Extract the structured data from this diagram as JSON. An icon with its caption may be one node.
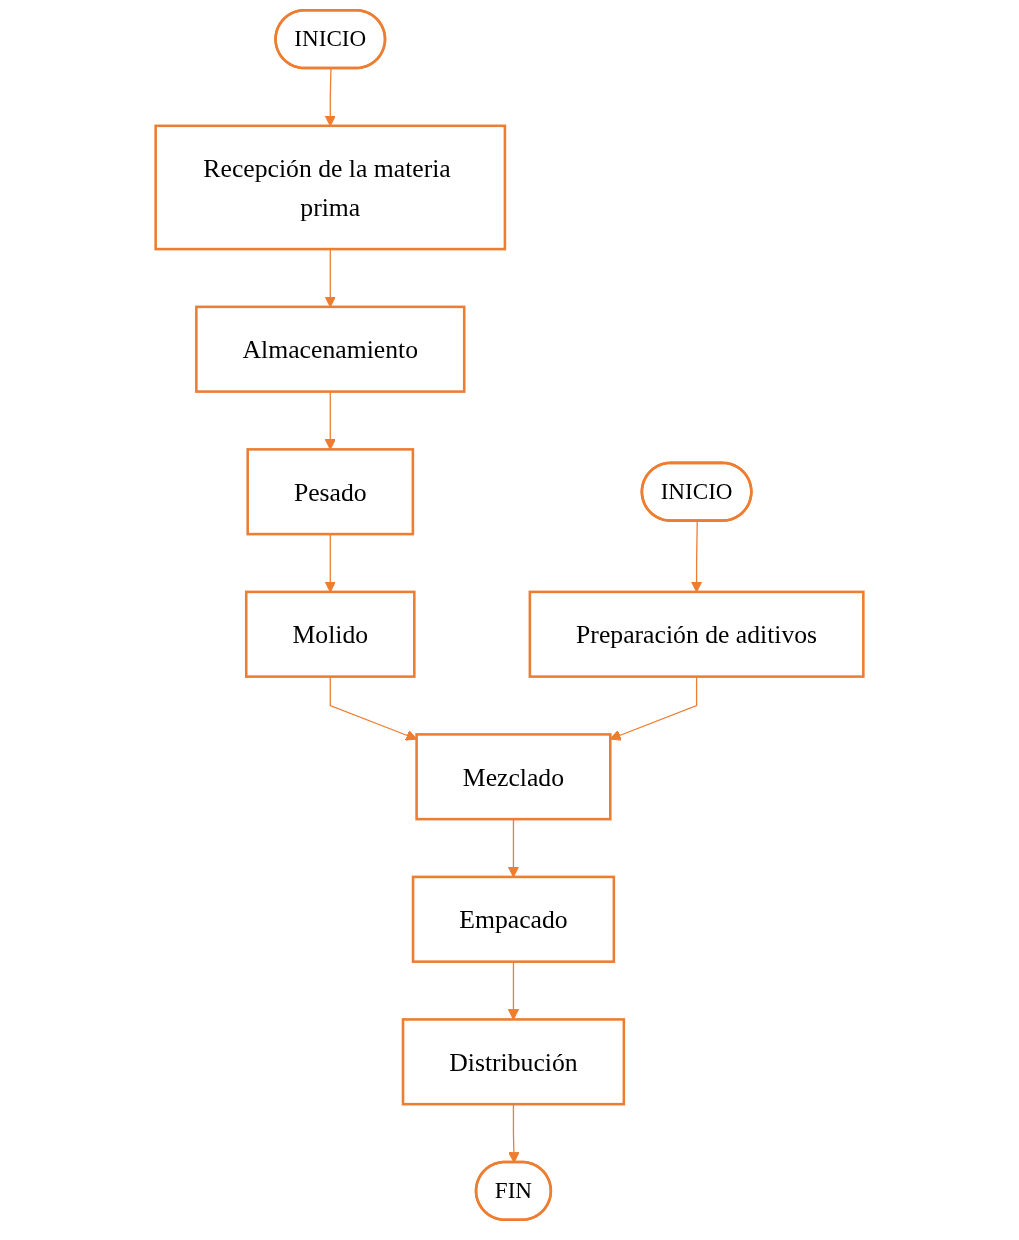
{
  "diagram": {
    "nodes": [
      {
        "text": [
          "INICIO"
        ]
      },
      {
        "text": [
          "Recepción de la materia prima"
        ]
      },
      {
        "text": [
          "Almacenamiento"
        ]
      },
      {
        "text": [
          "Pesado"
        ]
      },
      {
        "text": [
          "Molido"
        ]
      },
      {
        "text": [
          "Mezclado"
        ]
      },
      {
        "text": [
          "Empacado"
        ]
      },
      {
        "text": [
          "Distribución"
        ]
      },
      {
        "text": [
          "FIN"
        ]
      },
      {
        "text": [
          "INICIO"
        ]
      },
      {
        "text": [
          "Preparación de aditivos"
        ]
      }
    ],
    "edges": [
      {
        "from": 0,
        "to": 1,
        "arrow": "to"
      },
      {
        "from": 1,
        "to": 2,
        "arrow": "to"
      },
      {
        "from": 2,
        "to": 3,
        "arrow": "to"
      },
      {
        "from": 3,
        "to": 4,
        "arrow": "to"
      },
      {
        "from": 4,
        "to": 5,
        "arrow": "to"
      },
      {
        "from": 5,
        "to": 6,
        "arrow": "to"
      },
      {
        "from": 6,
        "to": 7,
        "arrow": "to"
      },
      {
        "from": 7,
        "to": 8,
        "arrow": "to"
      },
      {
        "from": 9,
        "to": 10,
        "arrow": "to"
      },
      {
        "from": 10,
        "to": 5,
        "arrow": "to"
      }
    ]
  }
}
